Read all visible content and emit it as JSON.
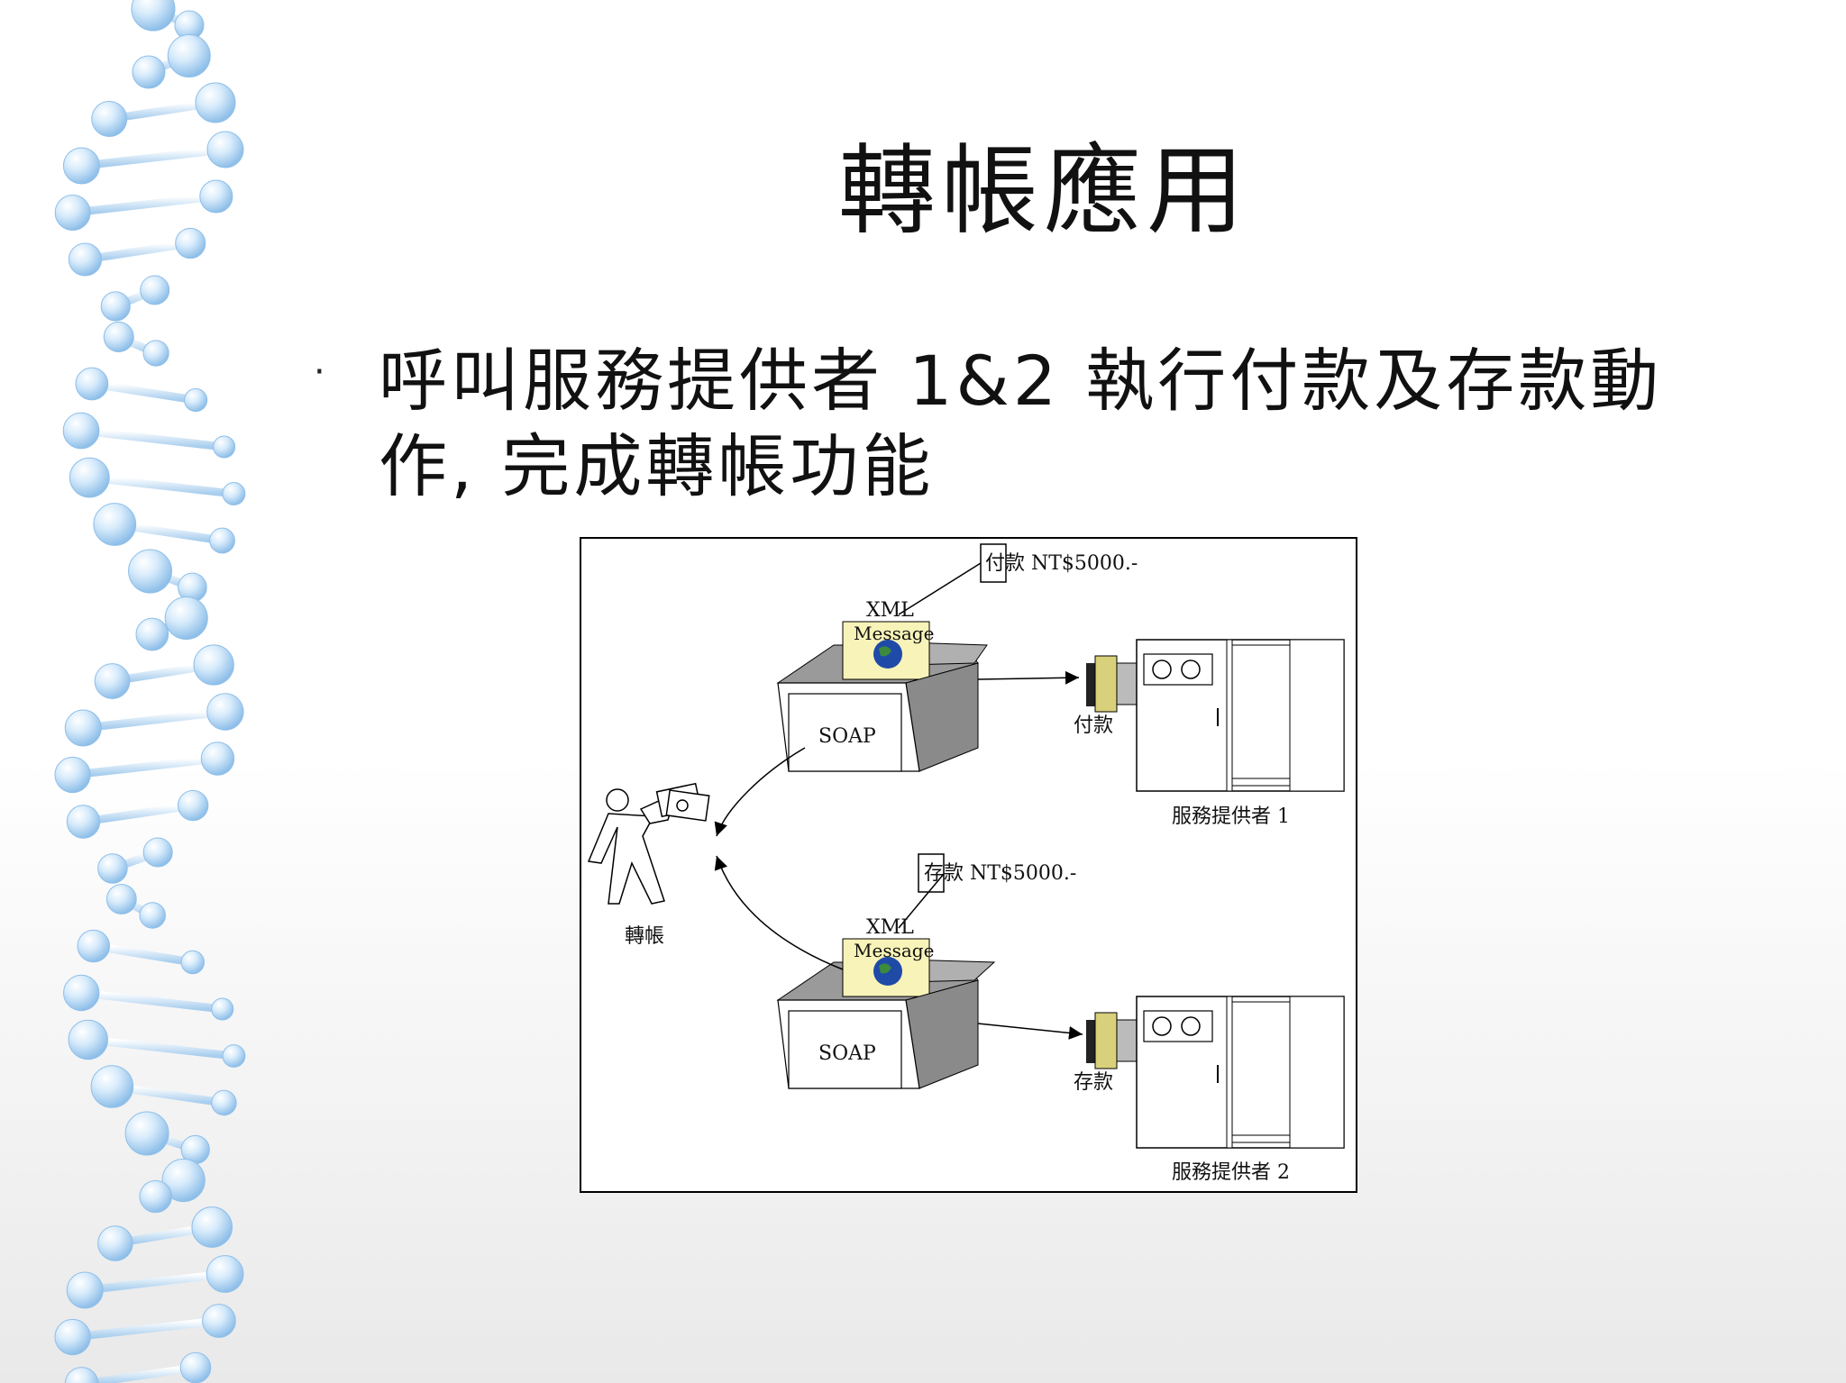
{
  "slide": {
    "title": "轉帳應用",
    "bullet_symbol": "·",
    "bullet_line1": "呼叫服務提供者 1&2  執行付款及存款動",
    "bullet_line2": "作,  完成轉帳功能"
  },
  "diagram": {
    "top_note": "付款 NT$5000.-",
    "bottom_note": "存款 NT$5000.-",
    "xml_label": "XML",
    "message_label": "Message",
    "box_label": "SOAP",
    "action_top": "付款",
    "action_bottom": "存款",
    "provider_1": "服務提供者 1",
    "provider_2": "服務提供者 2",
    "person_label": "轉帳"
  },
  "colors": {
    "dna_blue": "#bcdcf6",
    "dna_blue_dark": "#8fbfe9",
    "box_gray": "#8a8a8a",
    "box_dark": "#5e5e5e",
    "message_yellow": "#f8f3b8",
    "globe_blue": "#1f4aa8",
    "globe_green": "#3c8a3c"
  }
}
